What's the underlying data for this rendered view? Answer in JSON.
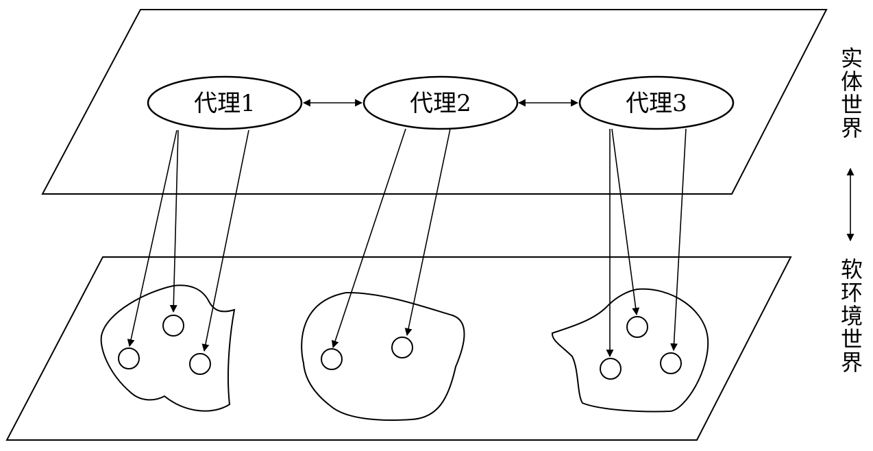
{
  "agents": [
    {
      "label": "代理1"
    },
    {
      "label": "代理2"
    },
    {
      "label": "代理3"
    }
  ],
  "labels": {
    "physical_world": "实体世界",
    "soft_world": "软环境世界"
  }
}
